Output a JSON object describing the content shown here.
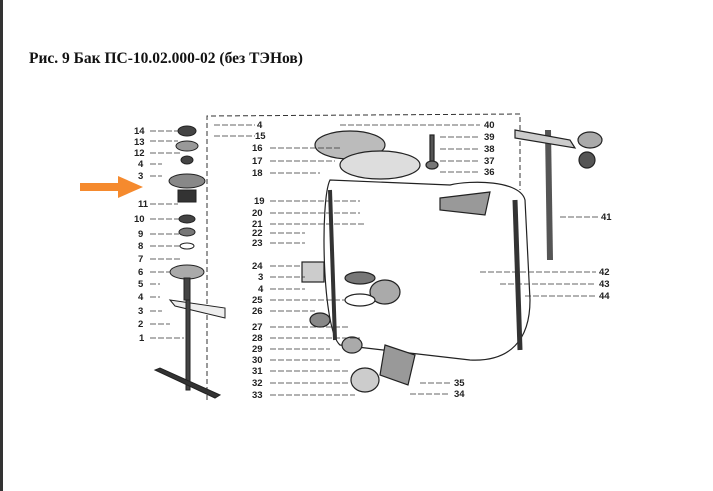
{
  "title": "Рис. 9 Бак ПС-10.02.000-02 (без ТЭНов)",
  "accent_color": "#f58a2e",
  "labels": {
    "left": [
      "14",
      "13",
      "12",
      "4",
      "3",
      "11",
      "10",
      "9",
      "8",
      "7",
      "6",
      "5",
      "4",
      "3",
      "2",
      "1"
    ],
    "top_mid": [
      "4",
      "15"
    ],
    "mid": [
      "16",
      "17",
      "18",
      "19",
      "20",
      "21",
      "22",
      "23",
      "24",
      "3",
      "4",
      "25",
      "26",
      "27",
      "28",
      "29",
      "30",
      "31",
      "32",
      "33"
    ],
    "right_top": [
      "40",
      "39",
      "38",
      "37",
      "36"
    ],
    "right": [
      "41",
      "42",
      "43",
      "44"
    ],
    "bottom": [
      "35",
      "34"
    ]
  }
}
